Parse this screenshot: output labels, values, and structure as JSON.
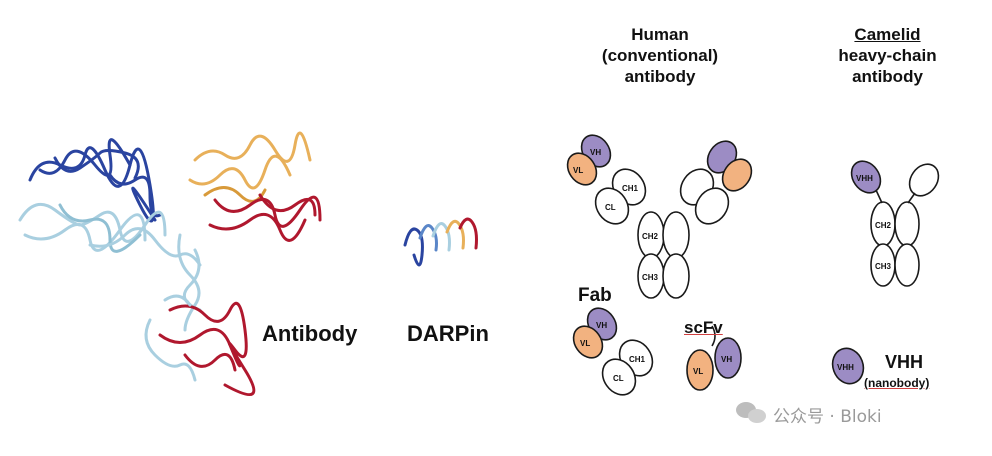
{
  "labels": {
    "antibody": "Antibody",
    "darpin": "DARPin",
    "human_line1": "Human",
    "human_line2": "(conventional)",
    "human_line3": "antibody",
    "camelid_line1": "Camelid",
    "camelid_line2": "heavy-chain",
    "camelid_line3": "antibody",
    "fab": "Fab",
    "scfv": "scFv",
    "vhh_title": "VHH",
    "nanobody": "(nanobody)"
  },
  "domains": {
    "vh": "VH",
    "vl": "VL",
    "ch1": "CH1",
    "cl": "CL",
    "ch2": "CH2",
    "ch3": "CH3",
    "vhh": "VHH"
  },
  "watermark": "公众号 · Bloki",
  "colors": {
    "vh_fill": "#9c8cc4",
    "vl_fill": "#f2b280",
    "panel_bg": "#ececec",
    "protein_dark_blue": "#2a44a0",
    "protein_light_blue": "#a9cfe0",
    "protein_orange": "#e8b05a",
    "protein_red": "#b0182e"
  }
}
